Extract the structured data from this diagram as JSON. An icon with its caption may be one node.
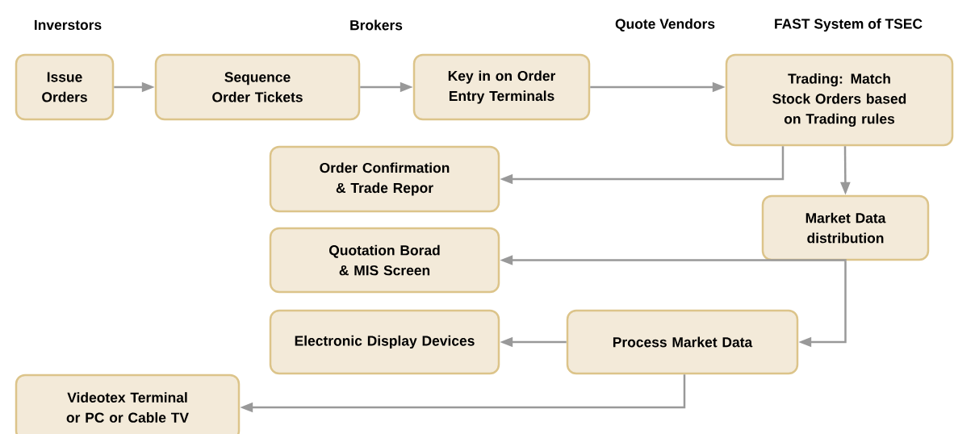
{
  "diagram": {
    "nodes": [
      {
        "text": [
          "Issue Orders"
        ]
      },
      {
        "text": [
          "Sequence Order Tickets"
        ]
      },
      {
        "text": [
          "Key in on Order Entry Terminals"
        ]
      },
      {
        "text": [
          "Trading: Match Stock Orders based on Trading rules"
        ]
      },
      {
        "text": [
          "Order Confirmation & Trade Repor"
        ]
      },
      {
        "text": [
          "Market Data distribution"
        ]
      },
      {
        "text": [
          "Quotation Borad & MIS Screen"
        ]
      },
      {
        "text": [
          "Electronic Display Devices"
        ]
      },
      {
        "text": [
          "Process Market Data"
        ]
      },
      {
        "text": [
          "Videotex Terminal or PC or Cable TV"
        ]
      }
    ],
    "edges": [
      {
        "from": 0,
        "to": 1,
        "arrow": "to"
      },
      {
        "from": 1,
        "to": 2,
        "arrow": "to"
      },
      {
        "from": 2,
        "to": 3,
        "arrow": "to"
      },
      {
        "from": 3,
        "to": 4,
        "arrow": "to"
      },
      {
        "from": 3,
        "to": 5,
        "arrow": "to"
      },
      {
        "from": 5,
        "to": 6,
        "arrow": "to"
      },
      {
        "from": 5,
        "to": 8,
        "arrow": "to"
      },
      {
        "from": 8,
        "to": 7,
        "arrow": "to"
      },
      {
        "from": 8,
        "to": 9,
        "arrow": "to"
      }
    ],
    "labels": [
      "Inverstors",
      "Brokers",
      "Quote Vendors",
      "FAST System of TSEC"
    ]
  }
}
